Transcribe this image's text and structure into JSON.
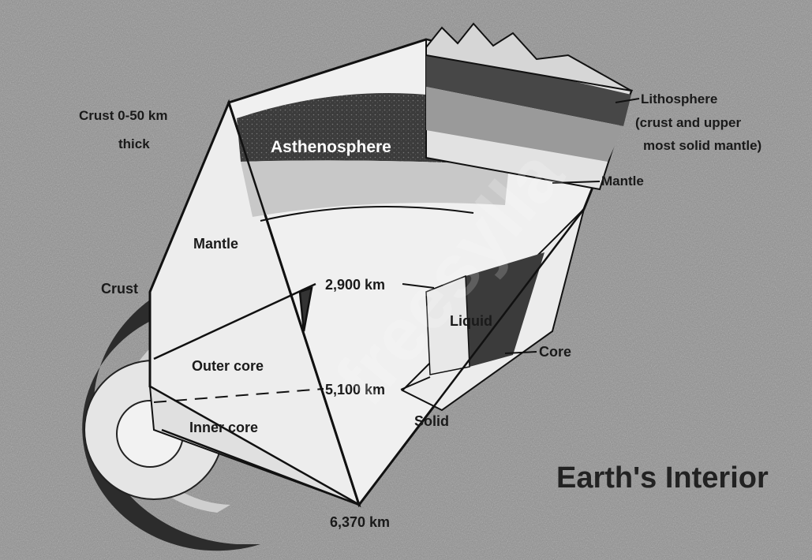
{
  "title": "Earth's Interior",
  "watermark": "freesylla",
  "labels": {
    "crust_thickness": [
      "Crust 0-50 km",
      "thick"
    ],
    "asthenosphere": "Asthenosphere",
    "lithosphere": [
      "Lithosphere",
      "(crust and upper",
      "most solid mantle)"
    ],
    "mantle_right": "Mantle",
    "mantle_left": "Mantle",
    "crust_left": "Crust",
    "depth_2900": "2,900 km",
    "liquid": "Liquid",
    "core": "Core",
    "outer_core": "Outer core",
    "depth_5100": "5,100 km",
    "solid": "Solid",
    "inner_core": "Inner core",
    "depth_6370": "6,370 km"
  },
  "colors": {
    "background": "#8f8f8f",
    "light_layer": "#ececec",
    "mid_layer": "#b5b5b5",
    "dark_layer": "#3a3a3a",
    "outline": "#111111",
    "title": "#222222"
  }
}
